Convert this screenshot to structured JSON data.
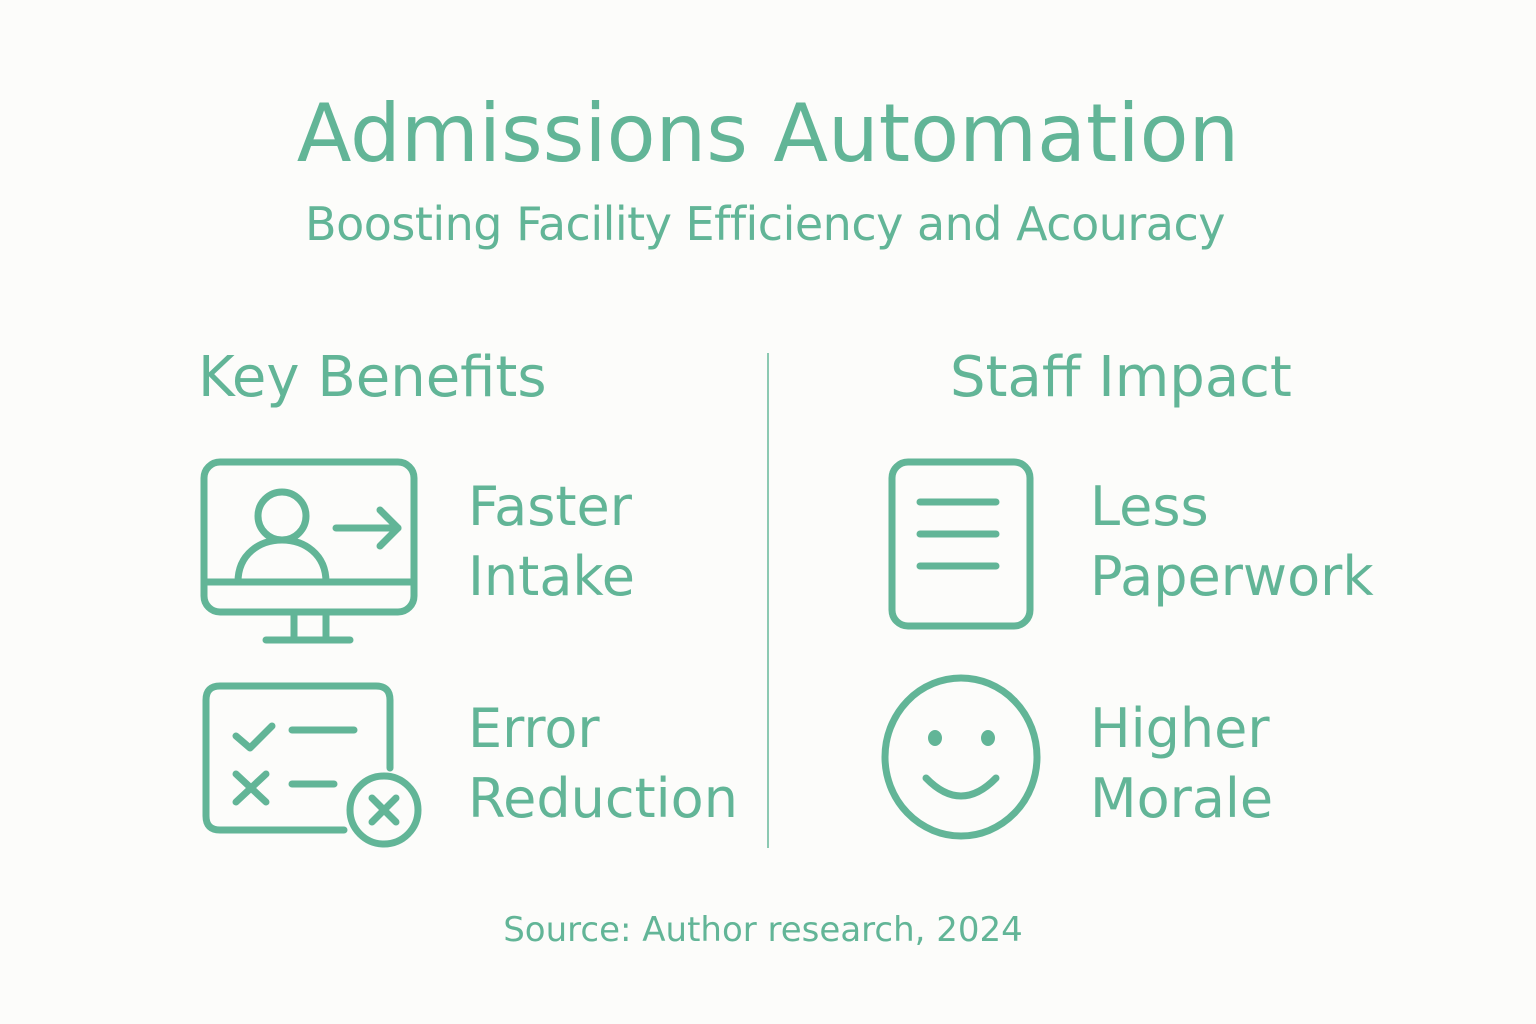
{
  "header": {
    "title": "Admissions Automation",
    "subtitle": "Boosting Facility Efficiency and Acouracy"
  },
  "theme": {
    "accent": "#62b597",
    "background": "#fcfcfa"
  },
  "sections": [
    {
      "heading": "Key Benefits",
      "items": [
        {
          "icon": "monitor-user-arrow-icon",
          "line1": "Faster",
          "line2": "Intake"
        },
        {
          "icon": "checklist-error-icon",
          "line1": "Error",
          "line2": "Reduction"
        }
      ]
    },
    {
      "heading": "Staff Impact",
      "items": [
        {
          "icon": "document-icon",
          "line1": "Less",
          "line2": "Paperwork"
        },
        {
          "icon": "smiley-face-icon",
          "line1": "Higher",
          "line2": "Morale"
        }
      ]
    }
  ],
  "footer": {
    "source": "Source: Author research, 2024"
  }
}
